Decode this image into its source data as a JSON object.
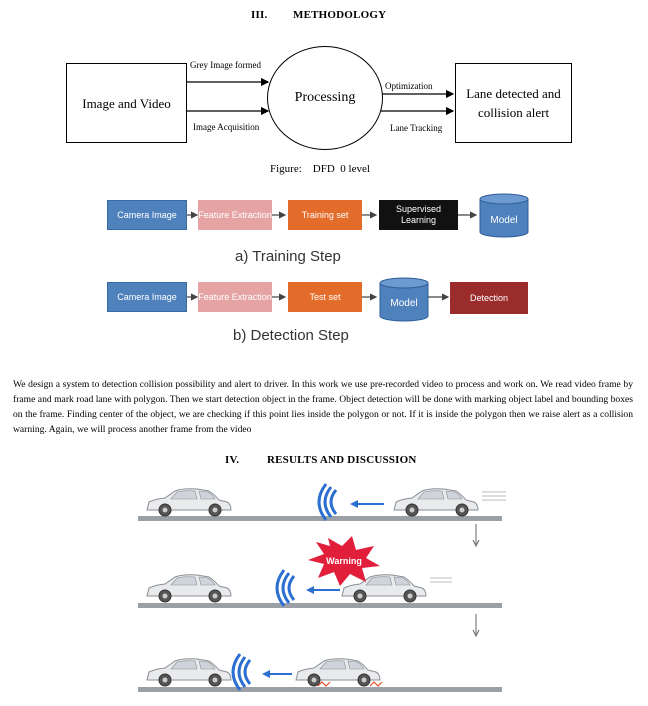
{
  "section3": {
    "number": "III.",
    "title": "METHODOLOGY"
  },
  "dfd": {
    "left_box": "Image and Video",
    "center": "Processing",
    "right_box": "Lane detected and collision alert",
    "label_top_left": "Grey Image formed",
    "label_bottom_left": "Image Acquisition",
    "label_top_right": "Optimization",
    "label_bottom_right": "Lane Tracking",
    "caption": "Figure:    DFD  0 level"
  },
  "training": {
    "boxes": [
      "Camera Image",
      "Feature Extraction",
      "Training set",
      "Supervised Learning"
    ],
    "cylinder": "Model",
    "title": "a) Training Step"
  },
  "detection": {
    "boxes": [
      "Camera Image",
      "Feature Extraction",
      "Test set"
    ],
    "cylinder": "Model",
    "last_box": "Detection",
    "title": "b) Detection Step"
  },
  "colors": {
    "blue": "#4f81bd",
    "pink": "#e6a3a3",
    "orange": "#e46c2a",
    "black": "#111111",
    "darkred": "#9b2c2c"
  },
  "paragraph": "We design a system to detection collision possibility and alert to driver. In this work we use pre-recorded video to process and work on. We read video frame by frame and mark road lane with polygon. Then we start detection object in the frame. Object detection will be done with marking object label and bounding boxes on the frame. Finding center of the object, we are checking if this point lies inside the polygon or not. If it is inside the polygon then we raise alert as a collision warning. Again, we will process another frame from the video",
  "section4": {
    "number": "IV.",
    "title": "RESULTS AND DISCUSSION"
  },
  "illustration": {
    "warning_label": "Warning",
    "icons": [
      "car-icon",
      "signal-waves-icon",
      "warning-burst-icon",
      "down-arrow-icon"
    ]
  }
}
